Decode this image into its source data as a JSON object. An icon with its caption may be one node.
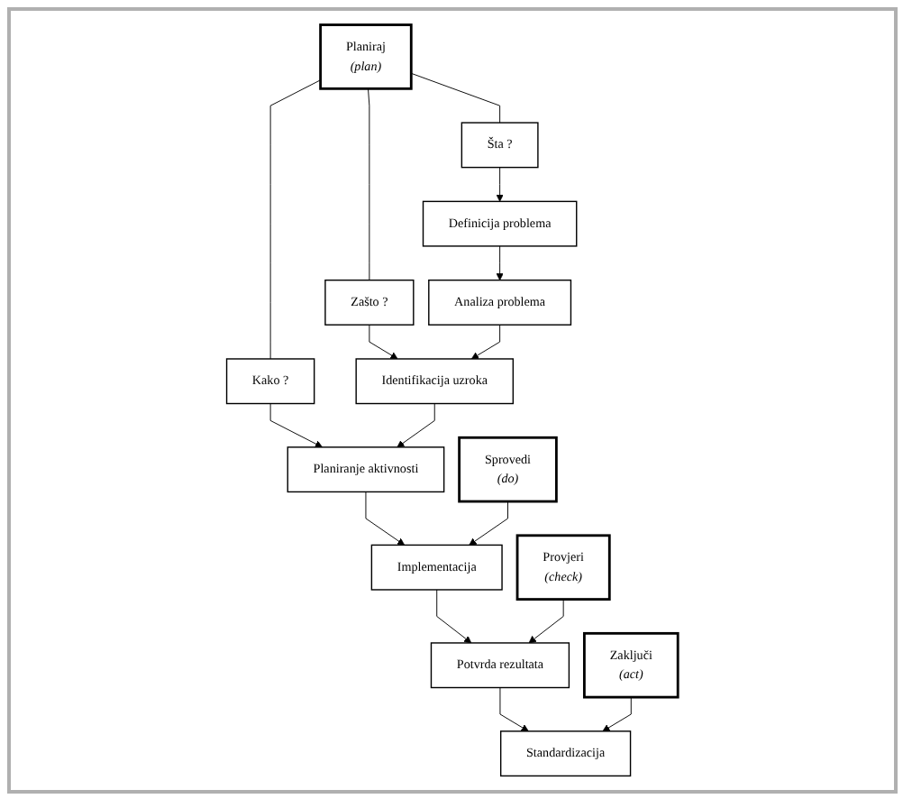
{
  "diagram": {
    "nodes": [
      {
        "text": [
          "Šta ?"
        ]
      },
      {
        "text": [
          "Definicija problema"
        ]
      },
      {
        "text": [
          "Analiza problema"
        ]
      },
      {
        "text": [
          "Planiraj",
          "(plan)"
        ]
      },
      {
        "text": [
          "Zašto ?"
        ]
      },
      {
        "text": [
          "Identifikacija uzroka"
        ]
      },
      {
        "text": [
          "Kako ?"
        ]
      },
      {
        "text": [
          "Planiranje aktivnosti"
        ]
      },
      {
        "text": [
          "Sprovedi",
          "(do)"
        ]
      },
      {
        "text": [
          "Implementacija"
        ]
      },
      {
        "text": [
          "Provjeri",
          "(check)"
        ]
      },
      {
        "text": [
          "Potvrda rezultata"
        ]
      },
      {
        "text": [
          "Zaključi",
          "(act)"
        ]
      },
      {
        "text": [
          "Standardizacija"
        ]
      }
    ],
    "edges": [
      {
        "from": 3,
        "to": 0,
        "arrow": "none"
      },
      {
        "from": 3,
        "to": 4,
        "arrow": "none"
      },
      {
        "from": 3,
        "to": 6,
        "arrow": "none"
      },
      {
        "from": 0,
        "to": 1,
        "arrow": "to"
      },
      {
        "from": 4,
        "to": 5,
        "arrow": "to"
      },
      {
        "from": 6,
        "to": 7,
        "arrow": "to"
      },
      {
        "from": 1,
        "to": 2,
        "arrow": "to"
      },
      {
        "from": 2,
        "to": 5,
        "arrow": "to"
      },
      {
        "from": 5,
        "to": 7,
        "arrow": "to"
      },
      {
        "from": 7,
        "to": 9,
        "arrow": "to"
      },
      {
        "from": 9,
        "to": 11,
        "arrow": "to"
      },
      {
        "from": 11,
        "to": 13,
        "arrow": "to"
      },
      {
        "from": 8,
        "to": 9,
        "arrow": "to"
      },
      {
        "from": 10,
        "to": 11,
        "arrow": "to"
      },
      {
        "from": 12,
        "to": 13,
        "arrow": "to"
      }
    ]
  }
}
